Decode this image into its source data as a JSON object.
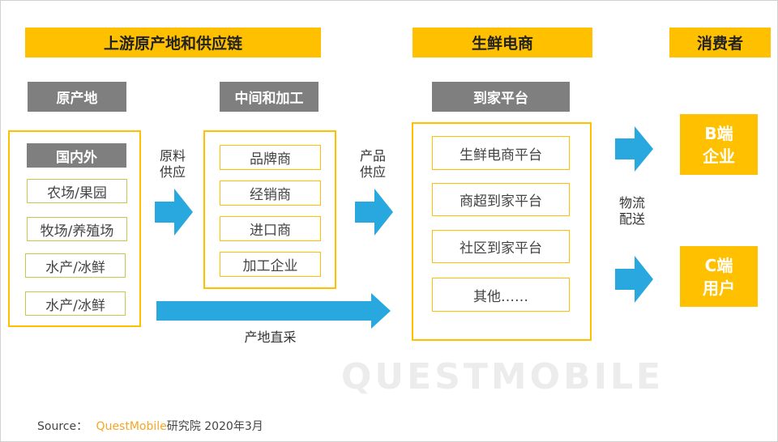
{
  "headers": {
    "upstream": "上游原产地和供应链",
    "ecommerce": "生鲜电商",
    "consumer": "消费者"
  },
  "sublabels": {
    "origin": "原产地",
    "middle": "中间和加工",
    "home": "到家平台"
  },
  "origin": {
    "title": "国内外",
    "items": [
      "农场/果园",
      "牧场/养殖场",
      "水产/冰鲜",
      "水产/冰鲜"
    ]
  },
  "middle": {
    "items": [
      "品牌商",
      "经销商",
      "进口商",
      "加工企业"
    ]
  },
  "platform": {
    "items": [
      "生鲜电商平台",
      "商超到家平台",
      "社区到家平台",
      "其他……"
    ]
  },
  "flows": {
    "raw": "原料\n供应",
    "product": "产品\n供应",
    "direct": "产地直采",
    "logistics": "物流\n配送"
  },
  "consumers": {
    "b": "B端\n企业",
    "c": "C端\n用户"
  },
  "watermark": "QUESTMOBILE",
  "source": {
    "prefix": "Source：",
    "brand": "QuestMobile",
    "suffix": "研究院 2020年3月"
  },
  "colors": {
    "accent": "#ffc000",
    "arrow": "#29a8df",
    "gray": "#7f7f7f"
  }
}
